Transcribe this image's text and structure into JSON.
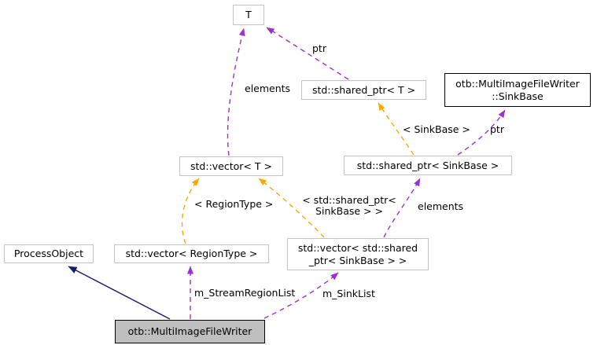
{
  "diagram": {
    "type": "collaboration-graph",
    "nodes": {
      "t": {
        "label": "T"
      },
      "shared_ptr_t": {
        "label": "std::shared_ptr< T >"
      },
      "sink_base": {
        "label": "otb::MultiImageFileWriter\n::SinkBase"
      },
      "vector_t": {
        "label": "std::vector< T >"
      },
      "shared_ptr_sinkbase": {
        "label": "std::shared_ptr< SinkBase >"
      },
      "process_object": {
        "label": "ProcessObject"
      },
      "vector_regiontype": {
        "label": "std::vector< RegionType >"
      },
      "vector_shared_ptr_sinkbase": {
        "label": "std::vector< std::shared\n_ptr< SinkBase > >"
      },
      "main": {
        "label": "otb::MultiImageFileWriter"
      }
    },
    "edge_labels": {
      "ptr_top": "ptr",
      "elements_left": "elements",
      "template_sinkbase": "< SinkBase >",
      "ptr_right": "ptr",
      "template_regiontype": "< RegionType >",
      "template_shared_ptr_sinkbase": "< std::shared_ptr<\nSinkBase > >",
      "elements_right": "elements",
      "m_stream_region_list": "m_StreamRegionList",
      "m_sink_list": "m_SinkList"
    },
    "colors": {
      "usage_edge": "#9a32cd",
      "template_edge": "#ffa500",
      "inheritance_edge": "#191970",
      "node_border": "#c3c3c3",
      "emphasis_border": "#000000",
      "main_node_fill": "#bfbfbf",
      "node_fill": "#ffffff",
      "text": "#000000"
    }
  }
}
